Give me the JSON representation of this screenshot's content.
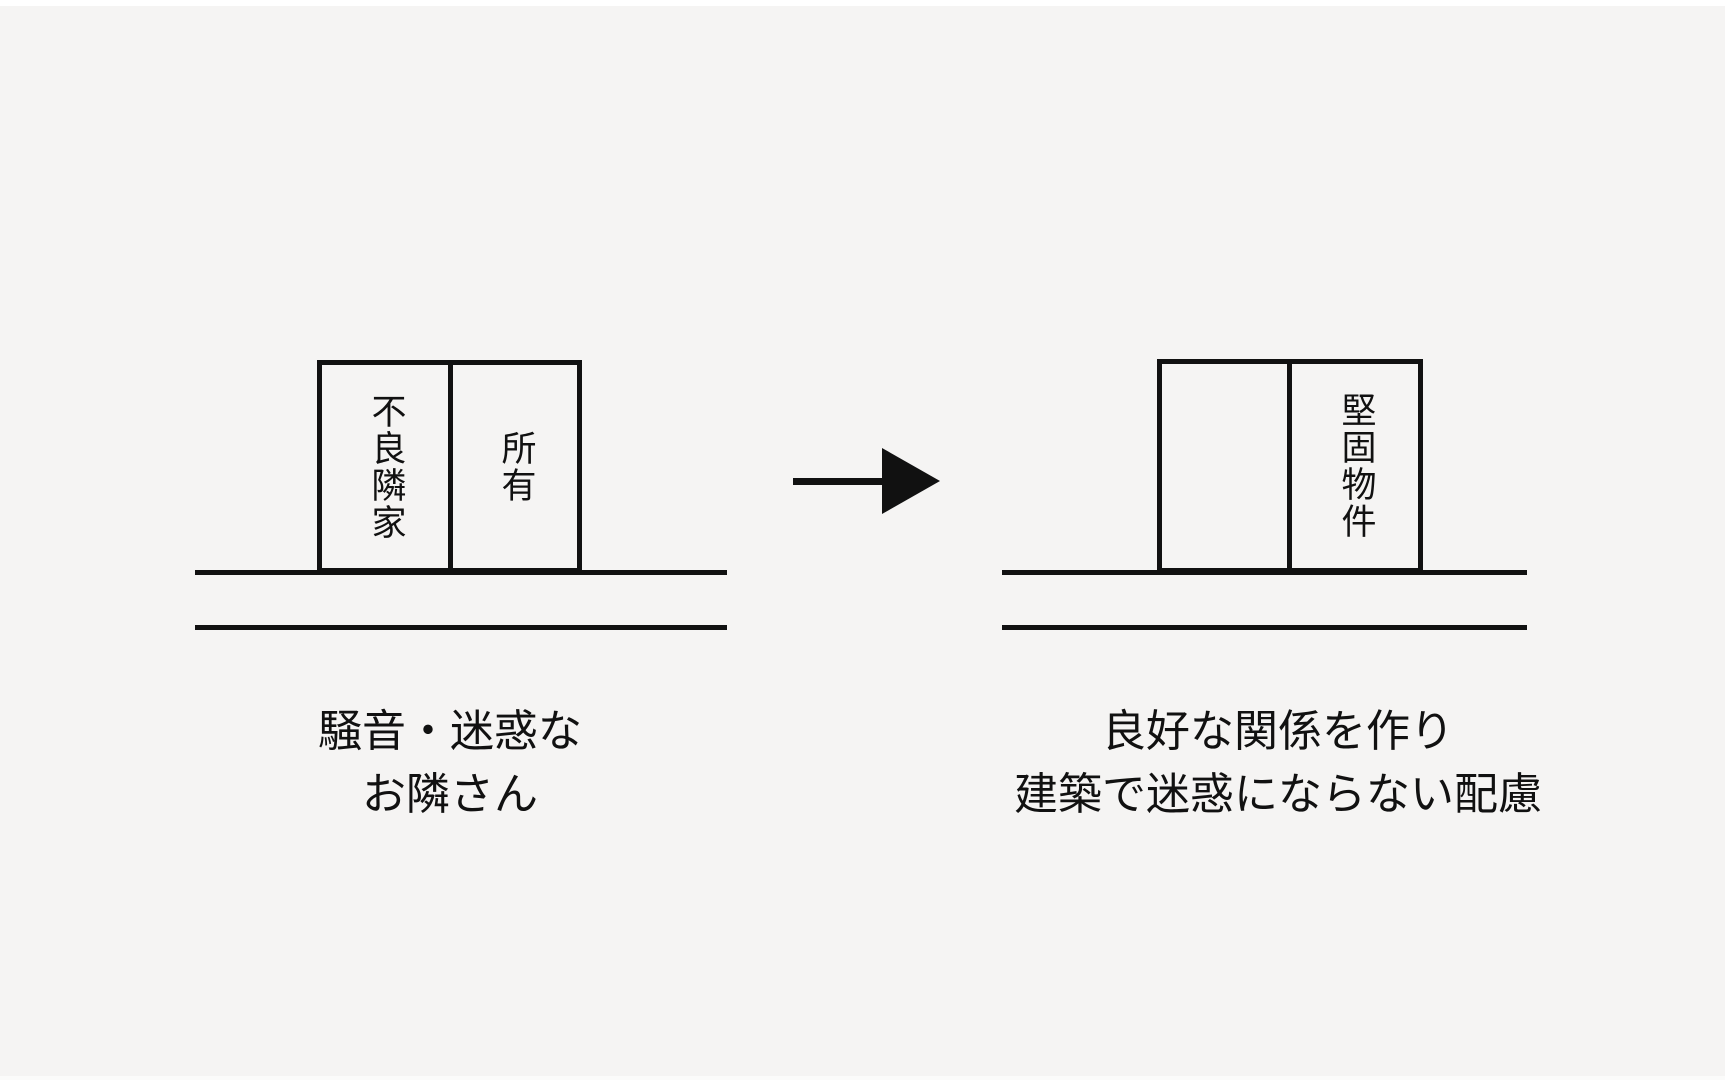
{
  "colors": {
    "background": "#f5f4f3",
    "ink": "#111111"
  },
  "before": {
    "units": [
      {
        "label": "不良隣家"
      },
      {
        "label": "所有"
      }
    ],
    "caption": {
      "line1": "騒音・迷惑な",
      "line2": "お隣さん"
    }
  },
  "after": {
    "units": [
      {
        "label": ""
      },
      {
        "label": "堅固物件"
      }
    ],
    "caption": {
      "line1": "良好な関係を作り",
      "line2": "建築で迷惑にならない配慮"
    }
  }
}
